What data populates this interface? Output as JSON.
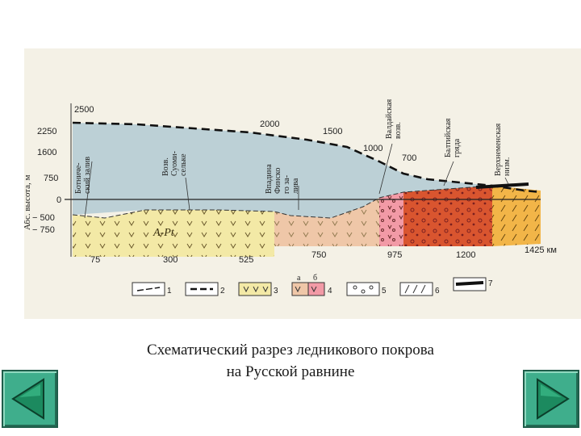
{
  "figure": {
    "y_axis_label": "Абс. высота, м",
    "altitude_ticks": [
      "2500",
      "2250",
      "1600",
      "750",
      "0",
      "− 500",
      "− 750"
    ],
    "distance_ticks": [
      "75",
      "300",
      "525",
      "750",
      "975",
      "1200",
      "1425 км"
    ],
    "ice_surface_heights": [
      "2000",
      "1500",
      "1000",
      "700"
    ],
    "place_labels": [
      "Ботниче-\nский залив",
      "Возв.\nСуоми-\nсельке",
      "Впадина\nФинско\nго за-\nлива",
      "Валдайская\nвозв.",
      "Балтийская\nгряда",
      "Верхнеменская\nнизм."
    ],
    "rock_label": "A-Pt",
    "legend_numbers": [
      "1",
      "2",
      "3",
      "4",
      "5",
      "6",
      "7"
    ],
    "legend_sub_labels": [
      "а",
      "б"
    ],
    "colors": {
      "ice": "#bcd0d6",
      "shield_yellow": "#f3e9a6",
      "finnish_pink": "#efc7a8",
      "valdai_pink": "#f29aa6",
      "red_orange": "#d9552f",
      "right_orange": "#f2b548"
    }
  },
  "caption": {
    "line1": "Схематический разрез ледникового покрова",
    "line2": "на Русской равнине"
  },
  "navigation": {
    "prev_icon": "triangle-left-icon",
    "next_icon": "triangle-right-icon"
  }
}
